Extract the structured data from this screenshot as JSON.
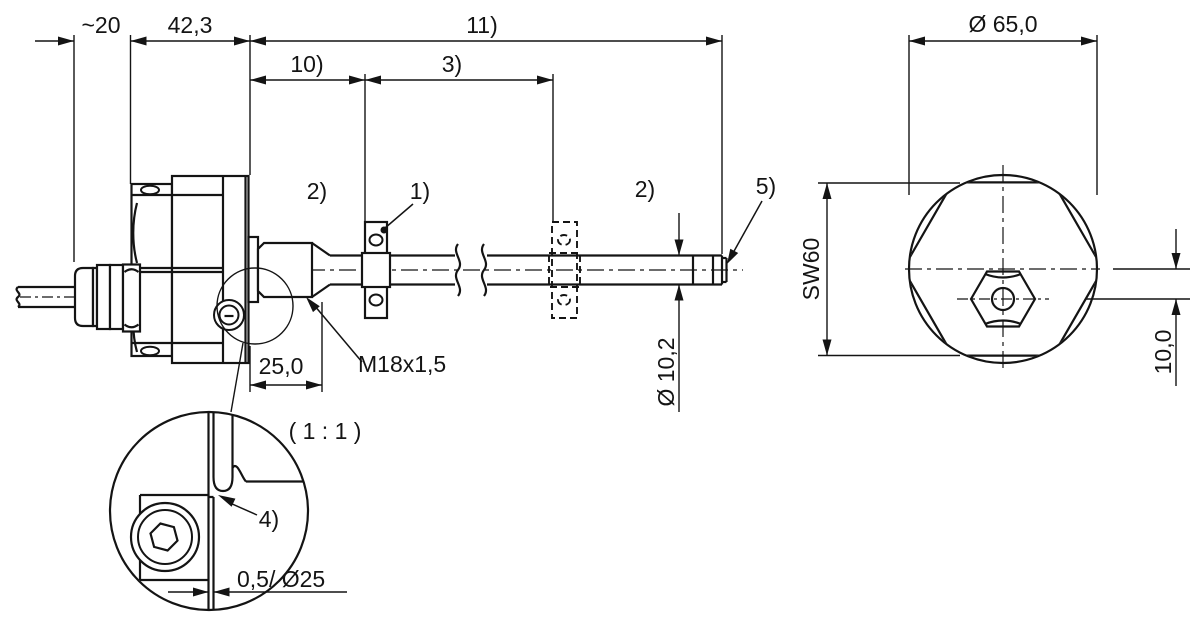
{
  "drawing": {
    "ink_color": "#141414",
    "background_color": "#ffffff",
    "side_view": {
      "dim_cable_clearance": "~20",
      "dim_housing_width": "42,3",
      "dim_total_length": "11)",
      "dim_null_zone": "10)",
      "dim_measuring_length": "3)",
      "dim_boss_length": "25,0",
      "thread_label": "M18x1,5",
      "rod_diameter": "Ø 10,2",
      "label_magnet": "1)",
      "label_zone_left": "2)",
      "label_zone_right": "2)",
      "label_rod_end": "5)"
    },
    "detail_view": {
      "scale_label": "( 1 : 1 )",
      "label_step": "4)",
      "dim_step": "0,5/ Ø25"
    },
    "front_view": {
      "dim_diameter": "Ø 65,0",
      "dim_flats": "SW60",
      "dim_offset": "10,0"
    }
  }
}
